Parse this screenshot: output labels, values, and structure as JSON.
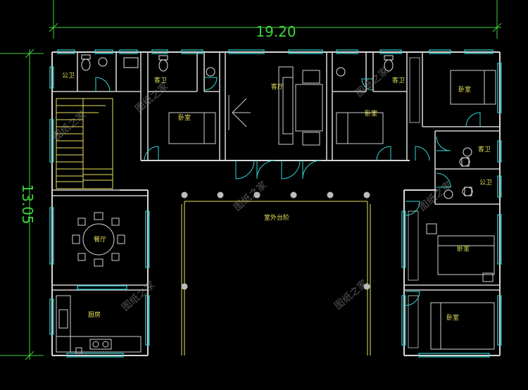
{
  "dimensions": {
    "width_label": "19.20",
    "depth_label": "13.05"
  },
  "rooms": {
    "public_bath_left": "公卫",
    "ensuite_left": "客卫",
    "living_room": "客厅",
    "bedroom_left": "卧室",
    "bedroom_mid": "卧室",
    "ensuite_right": "客卫",
    "bedroom_top_right": "卧室",
    "ensuite_east": "客卫",
    "public_bath_east": "公卫",
    "dining_room": "餐厅",
    "kitchen": "厨房",
    "terrace": "室外台阶",
    "bedroom_east_mid": "卧室",
    "bedroom_east_bottom": "卧室"
  },
  "watermarks": [
    "图纸之家",
    "图纸之家",
    "图纸之家",
    "图纸之家",
    "图纸之家",
    "图纸之家",
    "图纸之家"
  ],
  "colors": {
    "background": "#000000",
    "wall": "#d8d8d8",
    "dimension": "#3cd63c",
    "stair": "#e8e25a",
    "window": "#2fd6d6",
    "label": "#e8e25a"
  }
}
